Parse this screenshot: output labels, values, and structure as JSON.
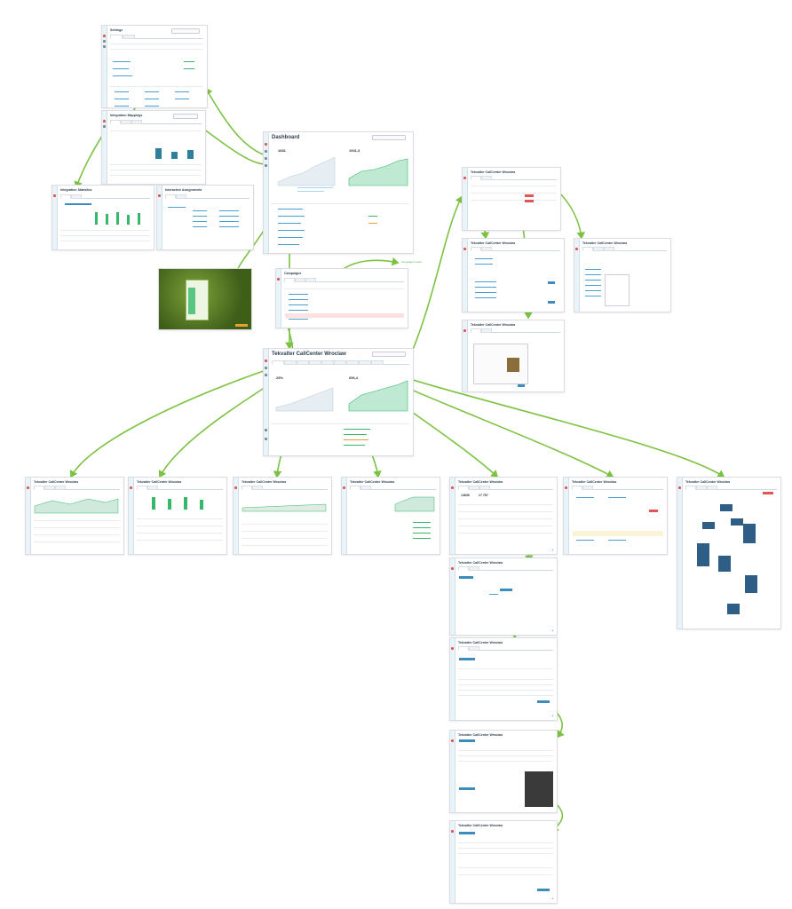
{
  "diagram": {
    "description_colors": {
      "connector": "#7cc242",
      "sidebar": "#e9f3f8",
      "accent_red": "#e05555",
      "link_blue": "#4a9fd0",
      "bar_teal": "#2d7f9a",
      "bar_green": "#35b86b"
    },
    "annotation": "Campaign Import",
    "screens": {
      "settings": {
        "title": "Settings"
      },
      "integration_mappings": {
        "title": "Integration Mappings"
      },
      "integration_statistics": {
        "title": "Integration Statistics"
      },
      "interactive_assignments": {
        "title": "Interactive Assignments"
      },
      "dashboard": {
        "title": "Dashboard",
        "kpi1": "1681",
        "kpi2": "1941,3"
      },
      "campaigns": {
        "title": "Campaigns"
      },
      "main": {
        "title": "Tekvalter CallCenter Wroclaw",
        "kpi1": "25%",
        "kpi2": "656,4"
      },
      "right_top": {
        "title": "Tekvalter CallCenter Wroclaw"
      },
      "right_mid_a": {
        "title": "Tekvalter CallCenter Wroclaw"
      },
      "right_mid_b": {
        "title": "Tekvalter CallCenter Wroclaw"
      },
      "right_low": {
        "title": "Tekvalter CallCenter Wroclaw"
      },
      "bottom_1": {
        "title": "Tekvalter CallCenter Wroclaw"
      },
      "bottom_2": {
        "title": "Tekvalter CallCenter Wroclaw"
      },
      "bottom_3": {
        "title": "Tekvalter CallCenter Wroclaw"
      },
      "bottom_4": {
        "title": "Tekvalter CallCenter Wroclaw"
      },
      "bottom_5": {
        "title": "Tekvalter CallCenter Wroclaw",
        "kpi1": "14636",
        "kpi2": "17 757"
      },
      "bottom_6": {
        "title": "Tekvalter CallCenter Wroclaw"
      },
      "bottom_7": {
        "title": "Tekvalter CallCenter Wroclaw"
      },
      "chain_1": {
        "title": "Tekvalter CallCenter Wroclaw"
      },
      "chain_2": {
        "title": "Tekvalter CallCenter Wroclaw"
      },
      "chain_3": {
        "title": "Tekvalter CallCenter Wroclaw"
      },
      "chain_4": {
        "title": "Tekvalter CallCenter Wroclaw"
      }
    }
  }
}
